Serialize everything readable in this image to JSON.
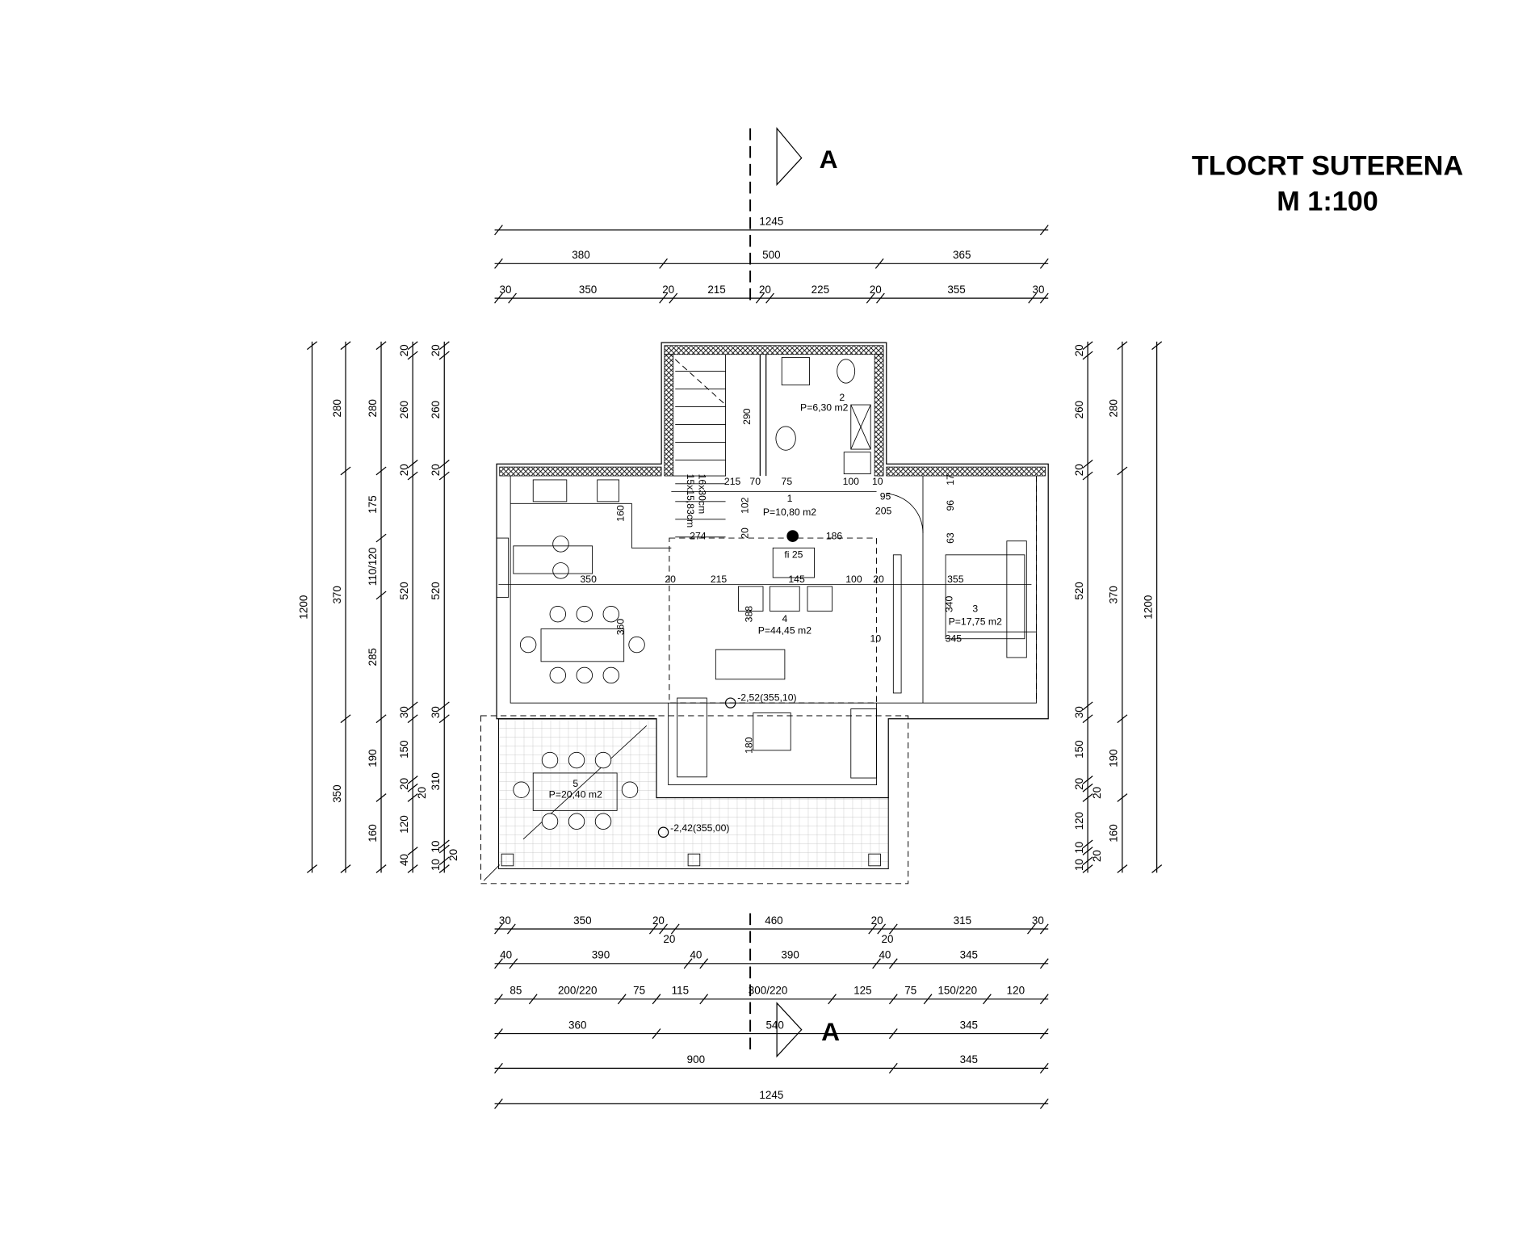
{
  "title": {
    "line1": "TLOCRT SUTERENA",
    "line2": "M 1:100"
  },
  "section_marker": {
    "top": "A",
    "bottom": "A"
  },
  "dimensions": {
    "top": [
      [
        "1245"
      ],
      [
        "380",
        "500",
        "365"
      ],
      [
        "30",
        "350",
        "20",
        "215",
        "20",
        "225",
        "20",
        "355",
        "30"
      ]
    ],
    "bottom": [
      [
        "30",
        "350",
        "20",
        "20",
        "460",
        "20",
        "20",
        "315",
        "30"
      ],
      [
        "40",
        "390",
        "40",
        "390",
        "40",
        "345"
      ],
      [
        "85",
        "200/220",
        "75",
        "115",
        "300/220",
        "125",
        "75",
        "150/220",
        "120"
      ],
      [
        "360",
        "540",
        "345"
      ],
      [
        "900",
        "345"
      ],
      [
        "1245"
      ]
    ],
    "left": [
      [
        "1200"
      ],
      [
        "280",
        "370",
        "350"
      ],
      [
        "280",
        "175",
        "110/120",
        "285",
        "190",
        "160"
      ],
      [
        "20",
        "260",
        "20",
        "520",
        "30",
        "150",
        "20",
        "20",
        "120",
        "40"
      ],
      [
        "20",
        "260",
        "20",
        "520",
        "30",
        "310",
        "10",
        "20",
        "10"
      ]
    ],
    "right": [
      [
        "20",
        "260",
        "20",
        "520",
        "30",
        "150",
        "20",
        "20",
        "120",
        "10",
        "20",
        "10"
      ],
      [
        "280",
        "370",
        "190",
        "160"
      ],
      [
        "1200"
      ]
    ],
    "interior": {
      "d215a": "215",
      "d70": "70",
      "d75": "75",
      "d100a": "100",
      "d10a": "10",
      "d95": "95",
      "d205": "205",
      "d102": "102",
      "d160": "160",
      "d274": "274",
      "d20a": "20",
      "d186": "186",
      "fi25": "fi 25",
      "d350": "350",
      "d20b": "20",
      "d215b": "215",
      "d145": "145",
      "d100b": "100",
      "d20c": "20",
      "d355": "355",
      "d340": "340",
      "d345": "345",
      "d96": "96",
      "d63": "63",
      "d17": "17",
      "d388": "388",
      "d360": "360",
      "d10b": "10",
      "d290": "290",
      "d180": "180"
    }
  },
  "stair": {
    "line1": "16x30cm",
    "line2": "15x15,83cm"
  },
  "rooms": [
    {
      "number": "1",
      "area": "P=10,80 m2"
    },
    {
      "number": "2",
      "area": "P=6,30 m2"
    },
    {
      "number": "3",
      "area": "P=17,75 m2"
    },
    {
      "number": "4",
      "area": "P=44,45 m2"
    },
    {
      "number": "5",
      "area": "P=20,40 m2"
    }
  ],
  "levels": {
    "interior": "-2,52(355,10)",
    "terrace": "-2,42(355,00)"
  }
}
